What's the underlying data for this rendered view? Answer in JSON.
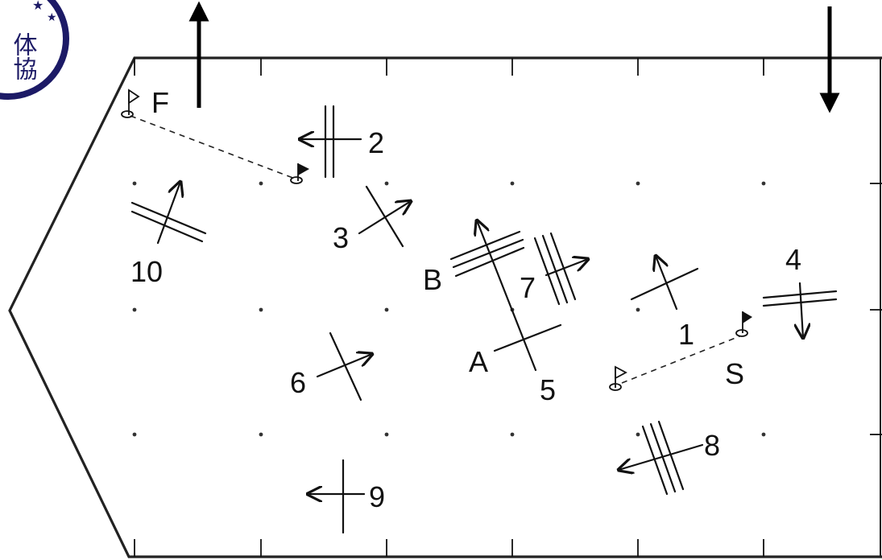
{
  "stamp_text": "体協",
  "labels": {
    "F": "F",
    "S": "S",
    "A": "A",
    "B": "B",
    "n1": "1",
    "n2": "2",
    "n3": "3",
    "n4": "4",
    "n5": "5",
    "n6": "6",
    "n7": "7",
    "n8": "8",
    "n9": "9",
    "n10": "10"
  },
  "colors": {
    "ink": "#111111",
    "stamp": "#1c1a66",
    "background": "#ffffff"
  }
}
